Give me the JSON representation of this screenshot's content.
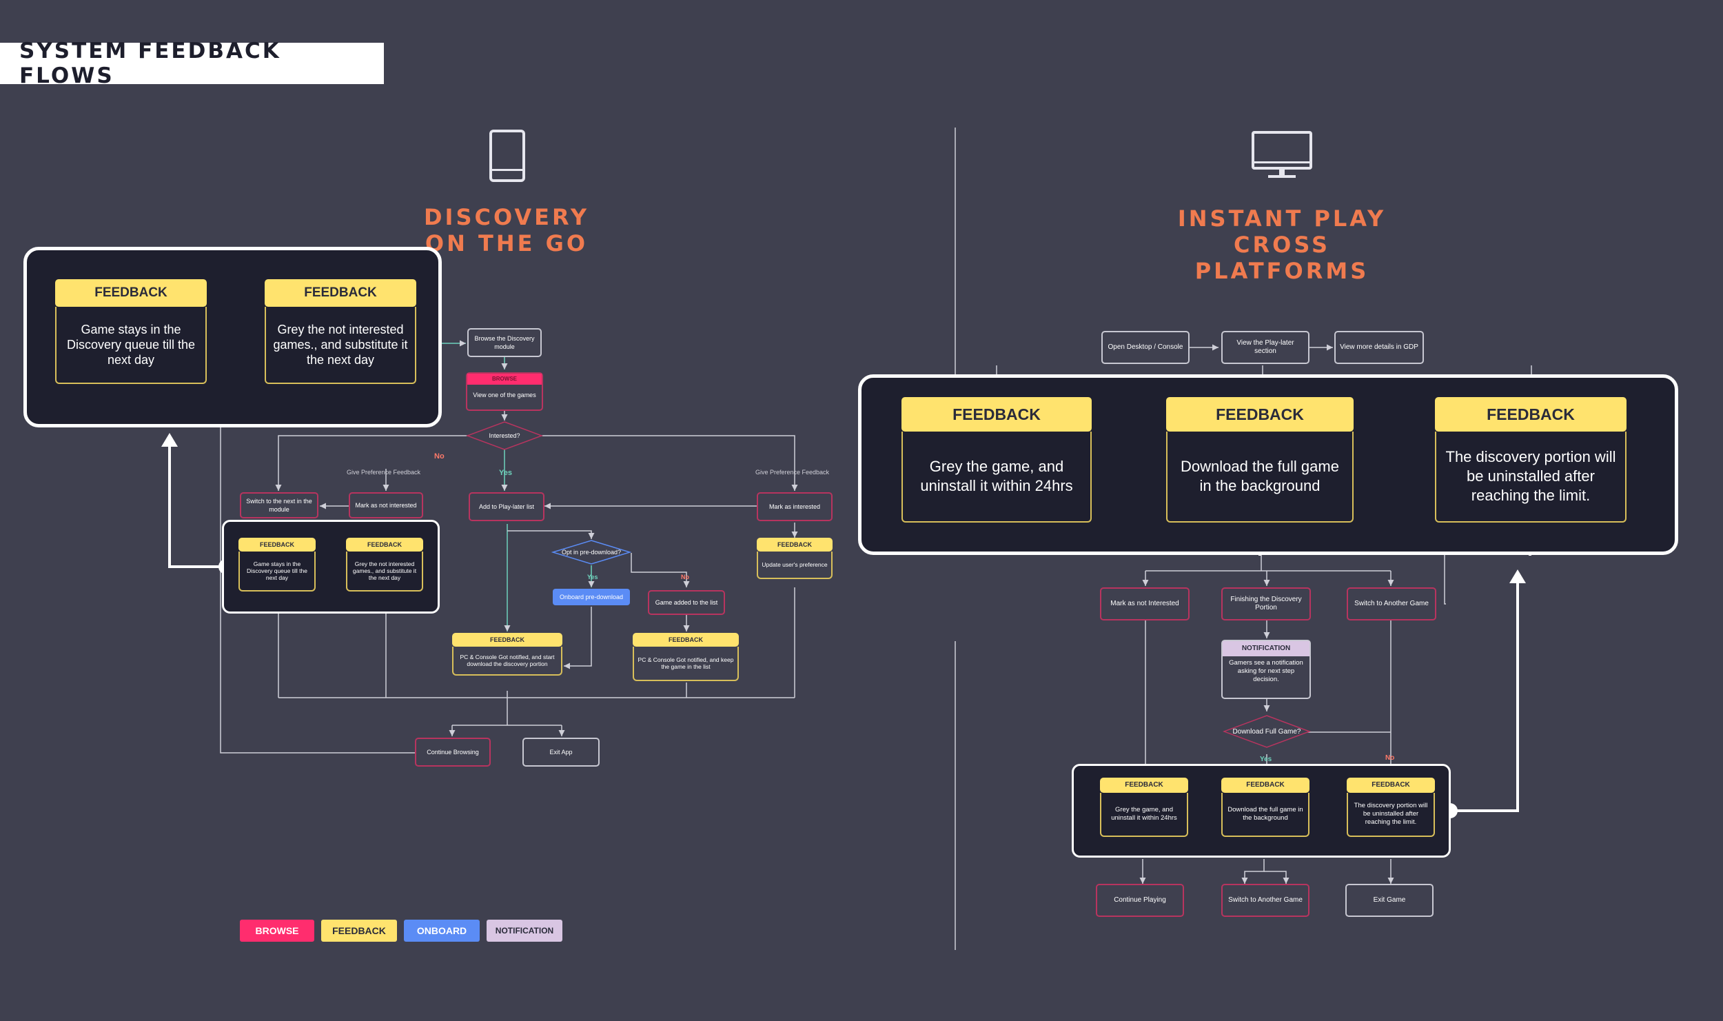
{
  "title": "SYSTEM FEEDBACK FLOWS",
  "colors": {
    "background": "#3f404f",
    "panel": "#1e1f2e",
    "browse": "#ff2d6e",
    "feedback": "#ffe36e",
    "onboard": "#5b8cf5",
    "notification": "#d9c6e3",
    "accent_title": "#f07b4f",
    "yes": "#6fd3bd",
    "no": "#ff7a6a"
  },
  "left": {
    "icon": "tablet-icon",
    "title_line1": "DISCOVERY",
    "title_line2": "ON THE GO",
    "big_feedback": [
      {
        "header": "FEEDBACK",
        "body": "Game stays in the Discovery queue till the next day"
      },
      {
        "header": "FEEDBACK",
        "body": "Grey the not interested games., and substitute it the next day"
      }
    ],
    "browse_module": "Browse the Discovery module",
    "browse_tag": "BROWSE",
    "view_game": "View one of the games",
    "interested": "Interested?",
    "no": "No",
    "yes": "Yes",
    "give_pref_left": "Give Preference Feedback",
    "give_pref_right": "Give Preference Feedback",
    "switch_next": "Switch to the next in the module",
    "mark_not": "Mark as not interested",
    "add_play_later": "Add to Play-later list",
    "mark_interested": "Mark as interested",
    "small_feedback": [
      {
        "header": "FEEDBACK",
        "body": "Game stays in the Discovery queue till the next day"
      },
      {
        "header": "FEEDBACK",
        "body": "Grey the not interested games., and substitute it the next day"
      }
    ],
    "update_pref": {
      "header": "FEEDBACK",
      "body": "Update user's preference"
    },
    "opt_predownload": "Opt in pre-download?",
    "yes2": "Yes",
    "no2": "No",
    "onboard_predownload": "Onboard pre-download",
    "game_added": "Game added to the list",
    "fb_pc_start": {
      "header": "FEEDBACK",
      "body": "PC & Console Got notified, and start download the discovery portion"
    },
    "fb_pc_keep": {
      "header": "FEEDBACK",
      "body": "PC & Console Got notified, and keep the game in the list"
    },
    "continue_browsing": "Continue Browsing",
    "exit_app": "Exit App"
  },
  "right": {
    "icon": "monitor-icon",
    "title_line1": "INSTANT PLAY",
    "title_line2": "CROSS PLATFORMS",
    "open_desktop": "Open Desktop / Console",
    "view_play_later": "View the Play-later section",
    "view_details": "View more details in GDP",
    "big_feedback": [
      {
        "header": "FEEDBACK",
        "body": "Grey the game, and uninstall it within 24hrs"
      },
      {
        "header": "FEEDBACK",
        "body": "Download the full game in the background"
      },
      {
        "header": "FEEDBACK",
        "body": "The discovery portion will be uninstalled after reaching the limit."
      }
    ],
    "mark_not": "Mark as not Interested",
    "finishing": "Finishing the Discovery Portion",
    "switch_game": "Switch to Another Game",
    "notification": {
      "header": "NOTIFICATION",
      "body": "Gamers see a notification asking for next step decision."
    },
    "download_full": "Download Full Game?",
    "yes": "Yes",
    "no": "No",
    "small_feedback": [
      {
        "header": "FEEDBACK",
        "body": "Grey the game, and uninstall it within 24hrs"
      },
      {
        "header": "FEEDBACK",
        "body": "Download the full game in the background"
      },
      {
        "header": "FEEDBACK",
        "body": "The discovery portion will be uninstalled after reaching the limit."
      }
    ],
    "continue_playing": "Continue Playing",
    "switch_game2": "Switch to Another Game",
    "exit_game": "Exit Game"
  },
  "legend": [
    {
      "label": "BROWSE",
      "color": "#ff2d6e",
      "text": "#ffffff"
    },
    {
      "label": "FEEDBACK",
      "color": "#ffe36e",
      "text": "#2a2b3a"
    },
    {
      "label": "ONBOARD",
      "color": "#5b8cf5",
      "text": "#ffffff"
    },
    {
      "label": "NOTIFICATION",
      "color": "#d9c6e3",
      "text": "#2a2b3a"
    }
  ]
}
